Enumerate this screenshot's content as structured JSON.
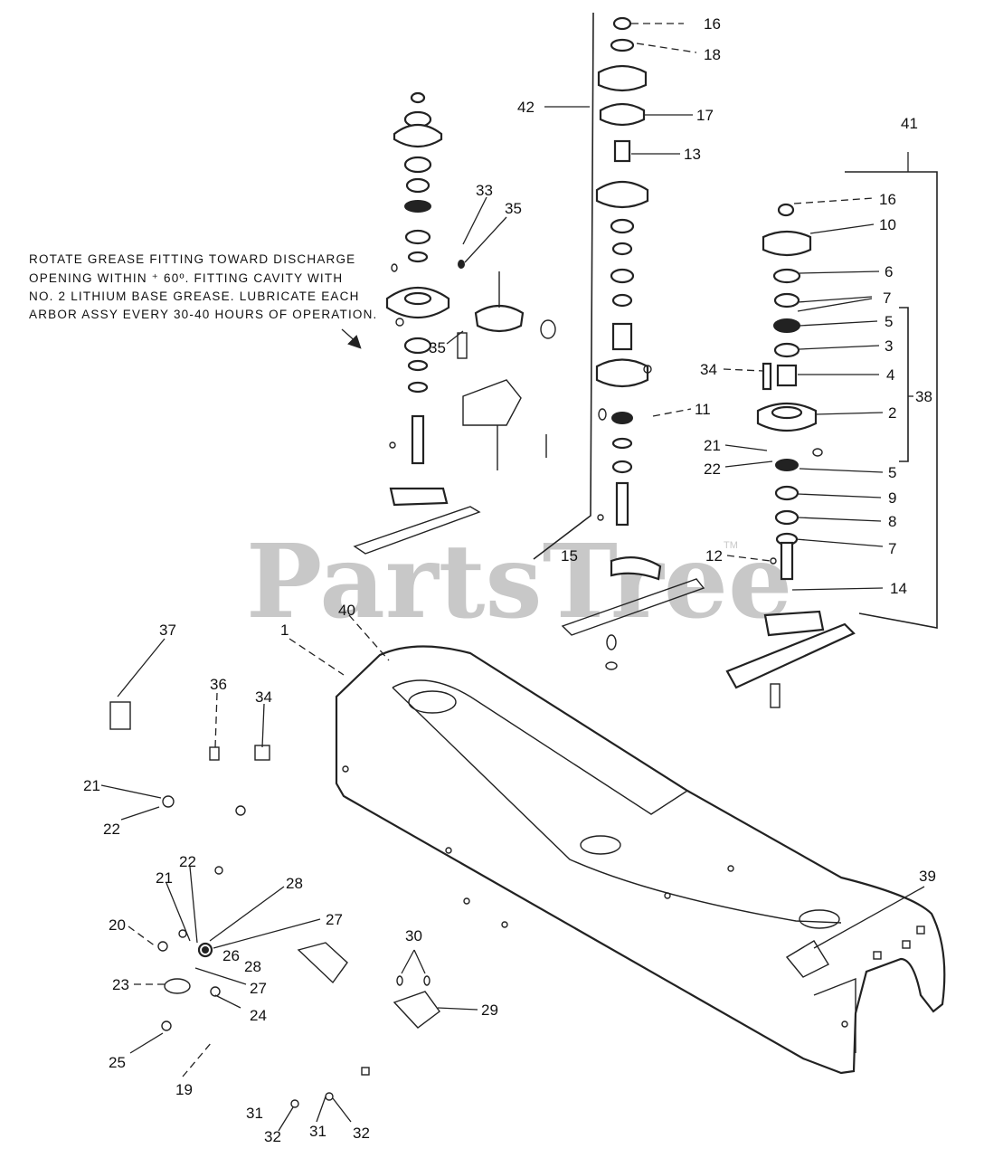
{
  "watermark": {
    "text": "PartsTree",
    "trademark": "TM"
  },
  "lubrication_note": {
    "lines": [
      "ROTATE GREASE FITTING TOWARD DISCHARGE",
      "OPENING WITHIN ⁺ 60º. FITTING CAVITY WITH",
      "NO. 2 LITHIUM BASE GREASE. LUBRICATE EACH",
      "ARBOR ASSY EVERY 30-40 HOURS OF OPERATION."
    ]
  },
  "callouts": [
    "16",
    "18",
    "42",
    "17",
    "13",
    "41",
    "16",
    "10",
    "6",
    "7",
    "5",
    "3",
    "34",
    "4",
    "38",
    "11",
    "2",
    "21",
    "22",
    "5",
    "9",
    "8",
    "15",
    "12",
    "7",
    "14",
    "33",
    "35",
    "35",
    "40",
    "1",
    "37",
    "36",
    "34",
    "21",
    "22",
    "22",
    "28",
    "21",
    "27",
    "20",
    "26",
    "28",
    "23",
    "27",
    "24",
    "30",
    "29",
    "25",
    "19",
    "31",
    "32",
    "31",
    "32",
    "39"
  ]
}
